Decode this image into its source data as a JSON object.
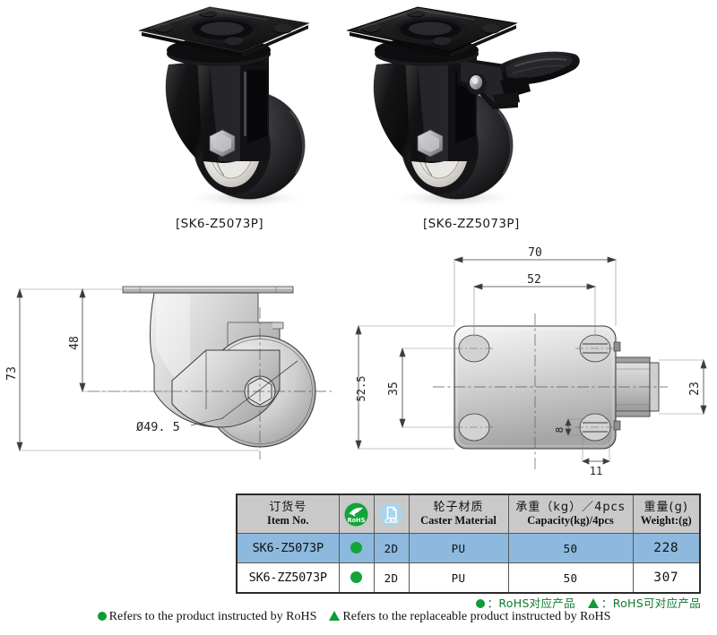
{
  "products": [
    {
      "id": "left",
      "caption": "[SK6-Z5073P]",
      "type": "swivel-caster",
      "has_brake": false
    },
    {
      "id": "right",
      "caption": "[SK6-ZZ5073P]",
      "type": "swivel-caster-with-brake",
      "has_brake": true
    }
  ],
  "drawings": {
    "side_view": {
      "name": "side-elevation",
      "dimensions": {
        "overall_height": "73",
        "plate_to_axle": "48",
        "wheel_diameter": "Ø49. 5"
      }
    },
    "top_view": {
      "name": "top-plan",
      "dimensions": {
        "plate_length": "70",
        "hole_spacing_length": "52",
        "plate_width": "52.5",
        "hole_spacing_width": "35",
        "brake_width": "23",
        "slot_width": "8",
        "slot_offset": "11"
      }
    }
  },
  "table": {
    "headers": [
      {
        "cn": "订货号",
        "en": "Item No."
      },
      {
        "cn": "",
        "en": "",
        "icon": "rohs-badge-icon"
      },
      {
        "cn": "",
        "en": "",
        "icon": "cad-badge-icon"
      },
      {
        "cn": "轮子材质",
        "en": "Caster Material"
      },
      {
        "cn": "承重（kg）／4pcs",
        "en": "Capacity(kg)/4pcs"
      },
      {
        "cn": "重量(g)",
        "en": "Weight:(g)"
      }
    ],
    "rows": [
      {
        "item_no": "SK6-Z5073P",
        "rohs": "●",
        "cad": "2D",
        "material": "PU",
        "capacity": "50",
        "weight": "228",
        "highlighted": true
      },
      {
        "item_no": "SK6-ZZ5073P",
        "rohs": "●",
        "cad": "2D",
        "material": "PU",
        "capacity": "50",
        "weight": "307",
        "highlighted": false
      }
    ]
  },
  "legend": {
    "cn_circle": "：RoHS对应产品",
    "cn_triangle": "：RoHS可对应产品",
    "en_circle": "Refers to the product instructed by RoHS",
    "en_triangle": "Refers to the replaceable product instructed by RoHS"
  },
  "colors": {
    "header_bg": "#c9c9c9",
    "row_highlight": "#8cb9dd",
    "rohs_green": "#12a438",
    "cad_blue": "#a8d4ec",
    "legend_green": "#0e9c34"
  }
}
